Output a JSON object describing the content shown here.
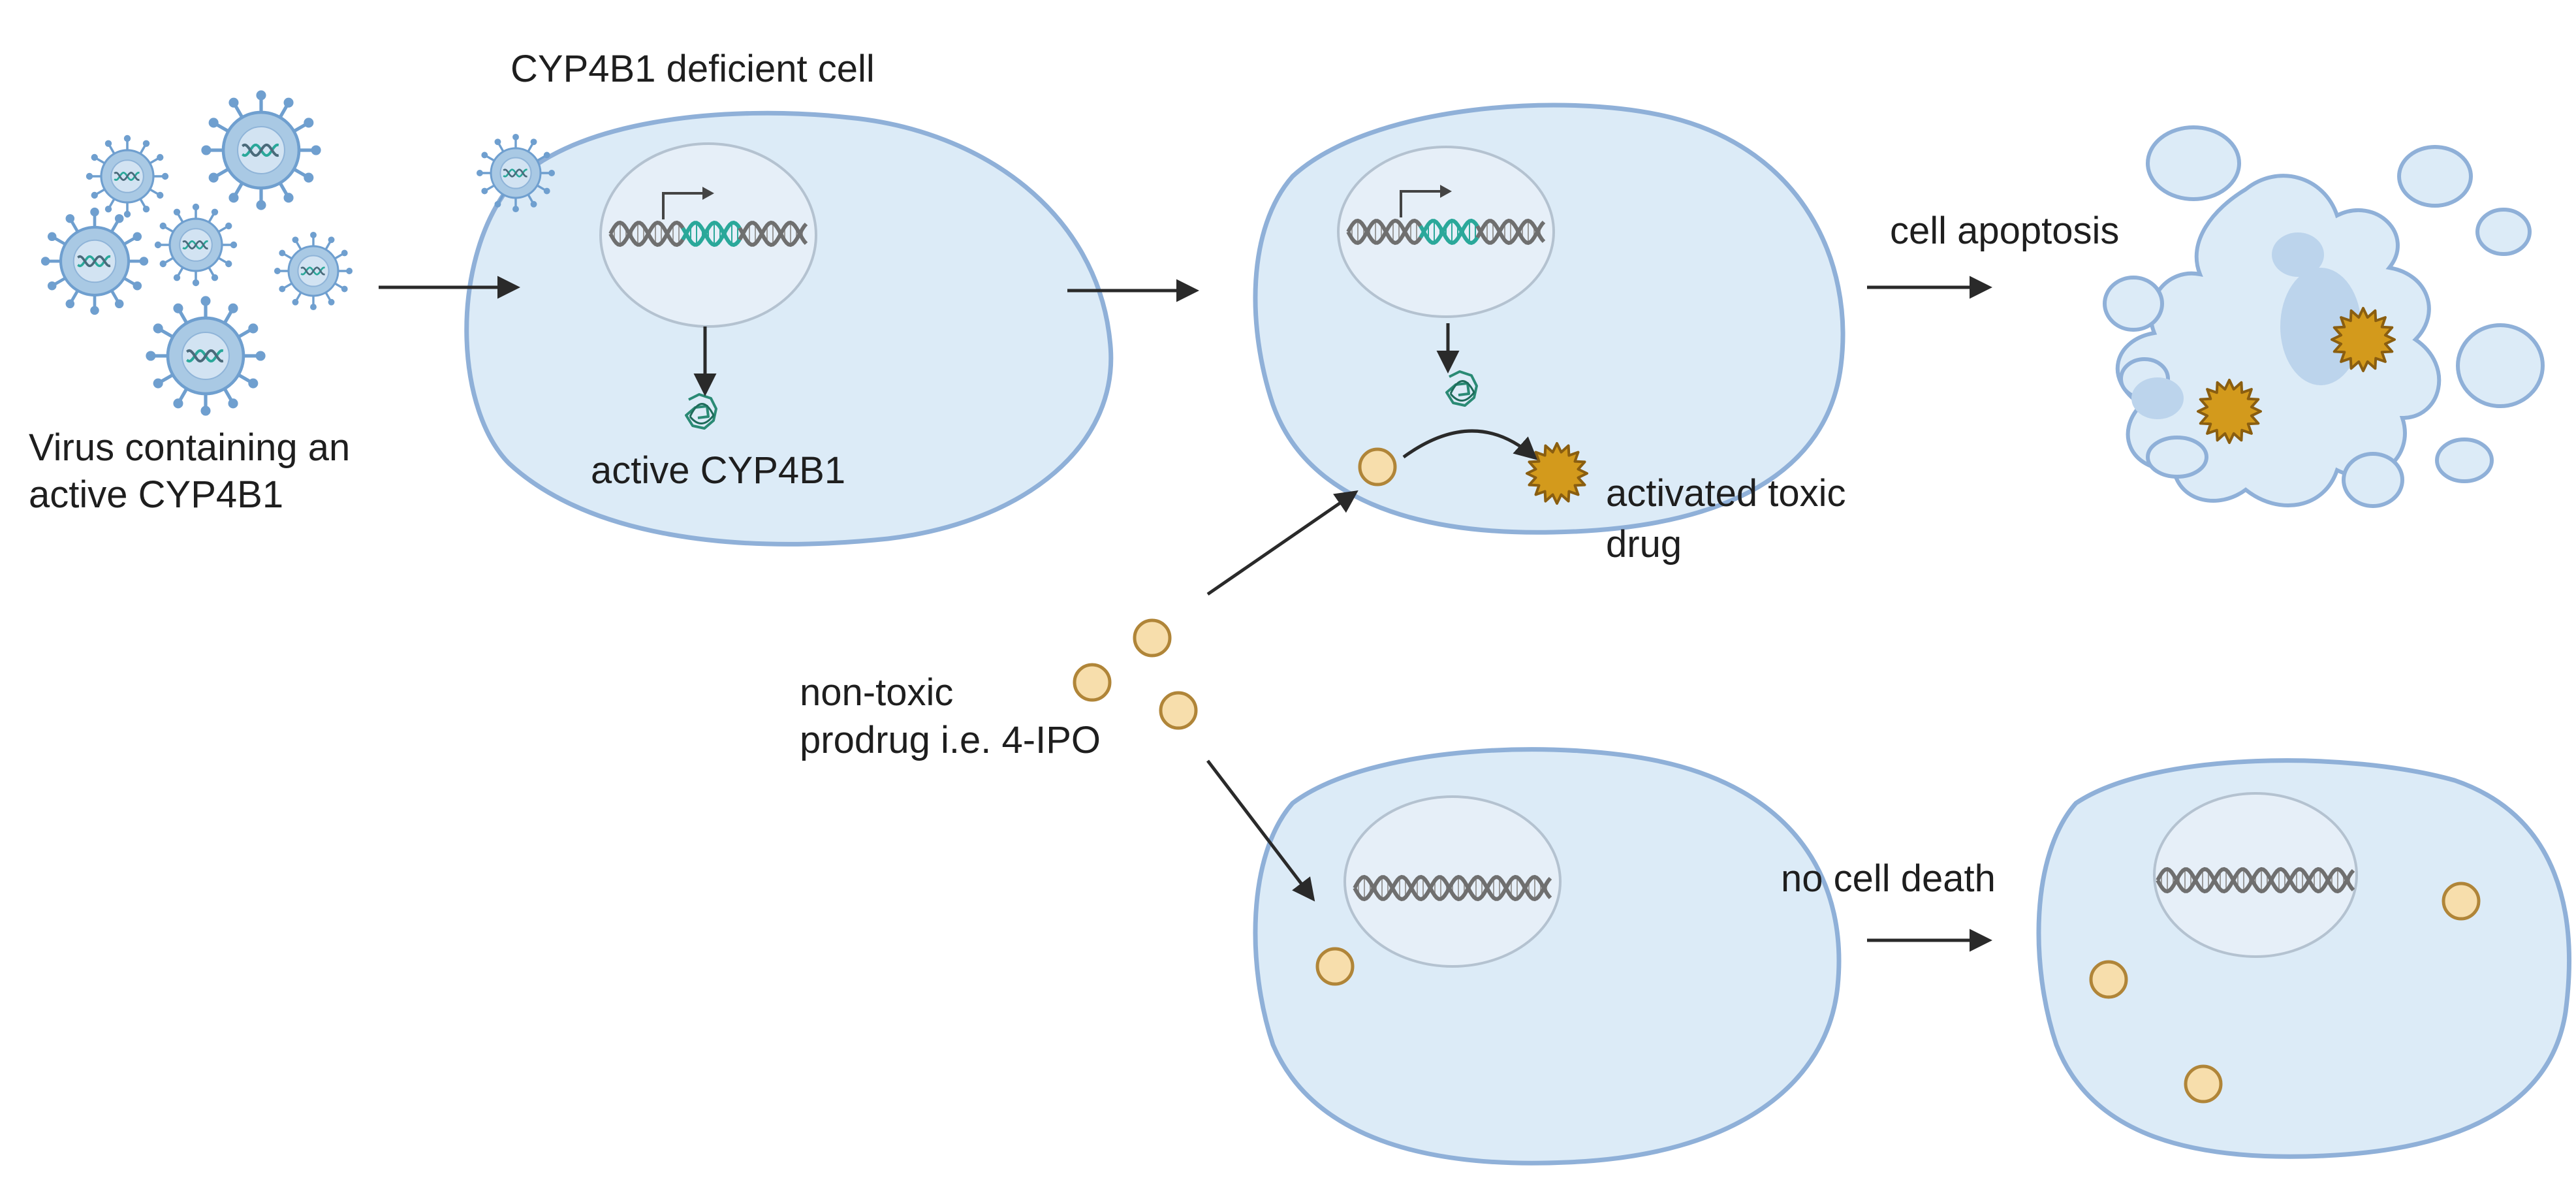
{
  "labels": {
    "virus": [
      "Virus containing an",
      "active CYP4B1"
    ],
    "deficient_cell": "CYP4B1 deficient cell",
    "active_enzyme": "active CYP4B1",
    "toxic_drug": [
      "activated toxic",
      "drug"
    ],
    "apoptosis": "cell apoptosis",
    "prodrug": [
      "non-toxic",
      "prodrug i.e. 4-IPO"
    ],
    "no_death": "no cell death"
  },
  "colors": {
    "cell_fill": "#dcebf7",
    "cell_stroke": "#8fb0d8",
    "nucleus_fill": "#e6eff8",
    "nucleus_stroke": "#b4c2d0",
    "dna_gray": "#6f6f6f",
    "dna_teal": "#2aa89a",
    "prodrug_fill": "#f7deac",
    "prodrug_stroke": "#b08538",
    "toxic_fill": "#d39a1c",
    "toxic_stroke": "#8a5e10",
    "virus_fill": "#a9c9e4",
    "virus_stroke": "#6f9fcf",
    "arrow": "#2a2a2a"
  },
  "icons": [
    "virus-icon",
    "dna-icon",
    "enzyme-icon",
    "prodrug-molecule-icon",
    "toxic-drug-icon",
    "transcription-arrow-icon"
  ]
}
